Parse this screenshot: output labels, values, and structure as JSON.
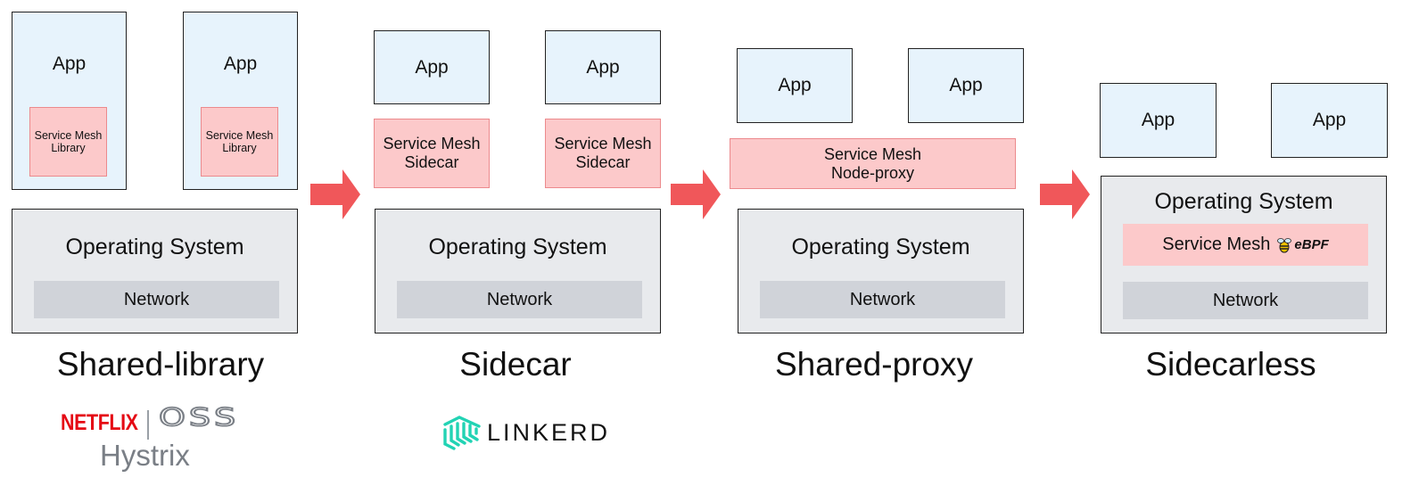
{
  "columns": [
    {
      "caption": "Shared-library",
      "apps": [
        {
          "label": "App",
          "mesh": "Service Mesh Library"
        },
        {
          "label": "App",
          "mesh": "Service Mesh Library"
        }
      ],
      "os": {
        "title": "Operating System",
        "network": "Network"
      },
      "logo": {
        "brand": "NETFLIX",
        "oss": "OSS",
        "product": "Hystrix"
      }
    },
    {
      "caption": "Sidecar",
      "apps": [
        {
          "label": "App"
        },
        {
          "label": "App"
        }
      ],
      "sidecars": [
        {
          "line1": "Service Mesh",
          "line2": "Sidecar"
        },
        {
          "line1": "Service Mesh",
          "line2": "Sidecar"
        }
      ],
      "os": {
        "title": "Operating System",
        "network": "Network"
      },
      "logo": {
        "brand": "LINKERD"
      }
    },
    {
      "caption": "Shared-proxy",
      "apps": [
        {
          "label": "App"
        },
        {
          "label": "App"
        }
      ],
      "node_proxy": {
        "line1": "Service Mesh",
        "line2": "Node-proxy"
      },
      "os": {
        "title": "Operating System",
        "network": "Network"
      }
    },
    {
      "caption": "Sidecarless",
      "apps": [
        {
          "label": "App"
        },
        {
          "label": "App"
        }
      ],
      "os": {
        "title": "Operating System",
        "mesh": "Service Mesh",
        "ebpf": "eBPF",
        "network": "Network"
      }
    }
  ],
  "colors": {
    "app_fill": "#e7f3fc",
    "mesh_fill": "#fcc9ca",
    "os_fill": "#e8eaed",
    "network_fill": "#d0d3d9",
    "arrow": "#f0575a",
    "netflix_red": "#e50914",
    "hystrix_gray": "#7a7f86",
    "linkerd_teal": "#22d3b4"
  }
}
